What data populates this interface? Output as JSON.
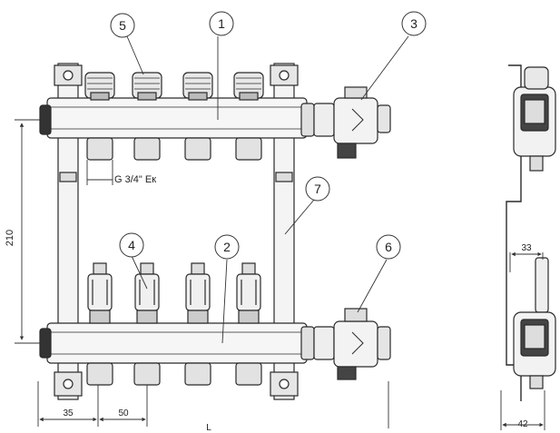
{
  "callouts": [
    {
      "num": "1"
    },
    {
      "num": "2"
    },
    {
      "num": "3"
    },
    {
      "num": "4"
    },
    {
      "num": "5"
    },
    {
      "num": "6"
    },
    {
      "num": "7"
    }
  ],
  "dimensions": {
    "thread": "G 3/4\" Eк",
    "vertical_spacing": "210",
    "end_offset": "35",
    "pitch": "50",
    "length": "L",
    "side_offset": "33",
    "side_depth": "42"
  },
  "colors": {
    "line": "#2a2a2a",
    "fill_light": "#f2f2f2",
    "fill_mid": "#cfcfcf",
    "fill_dark": "#555555"
  }
}
